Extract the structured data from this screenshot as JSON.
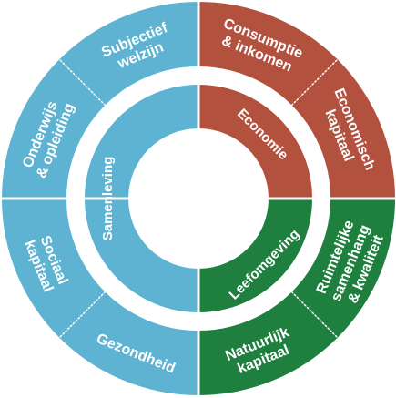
{
  "colors": {
    "samenleving": "#5db3d1",
    "economie": "#b2513e",
    "leefomgeving": "#1e7f3e",
    "separator": "#ffffff"
  },
  "inner_sectors": [
    {
      "id": "samenleving",
      "label": "Samenleving",
      "color": "#5db3d1"
    },
    {
      "id": "economie",
      "label": "Economie",
      "color": "#b2513e"
    },
    {
      "id": "leefomgeving",
      "label": "Leefomgeving",
      "color": "#1e7f3e"
    }
  ],
  "outer_segments": [
    {
      "id": "consumptie",
      "group": "economie",
      "lines": [
        "Consumptie",
        "& inkomen"
      ]
    },
    {
      "id": "economisch-kapitaal",
      "group": "economie",
      "lines": [
        "Economisch",
        "kapitaal"
      ]
    },
    {
      "id": "ruimtelijke-samenhang",
      "group": "leefomgeving",
      "lines": [
        "Ruimtelijke",
        "samenhang",
        "& kwaliteit"
      ]
    },
    {
      "id": "natuurlijk-kapitaal",
      "group": "leefomgeving",
      "lines": [
        "Natuurlijk",
        "kapitaal"
      ]
    },
    {
      "id": "gezondheid",
      "group": "samenleving",
      "lines": [
        "Gezondheid"
      ]
    },
    {
      "id": "sociaal-kapitaal",
      "group": "samenleving",
      "lines": [
        "Sociaal",
        "kapitaal"
      ]
    },
    {
      "id": "onderwijs",
      "group": "samenleving",
      "lines": [
        "Onderwijs",
        "& opleiding"
      ]
    },
    {
      "id": "subjectief-welzijn",
      "group": "samenleving",
      "lines": [
        "Subjectief",
        "welzijn"
      ]
    }
  ]
}
